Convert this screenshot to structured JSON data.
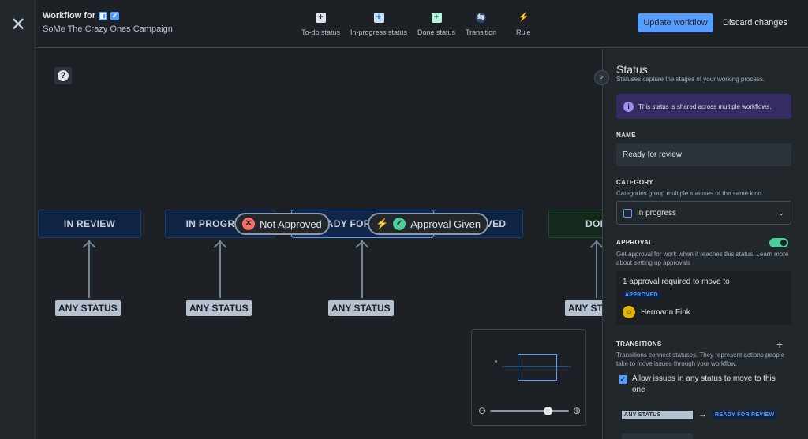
{
  "header": {
    "label": "Workflow for",
    "project_name": "SoMe The Crazy Ones Campaign",
    "update_button": "Update workflow",
    "discard_button": "Discard changes",
    "tools": [
      {
        "label": "To-do status",
        "icon": "plus-icon"
      },
      {
        "label": "In-progress status",
        "icon": "plus-icon"
      },
      {
        "label": "Done status",
        "icon": "plus-icon"
      },
      {
        "label": "Transition",
        "icon": "transition-icon"
      },
      {
        "label": "Rule",
        "icon": "lightning-icon"
      }
    ]
  },
  "canvas": {
    "statuses": [
      {
        "label": "IN REVIEW"
      },
      {
        "label": "IN PROGRESS"
      },
      {
        "label": "READY FOR REVIEW"
      },
      {
        "label": "APPROVED"
      },
      {
        "label": "DONE"
      }
    ],
    "any_status": [
      "ANY STATUS",
      "ANY STATUS",
      "ANY STATUS",
      "ANY STATUS"
    ],
    "transitions": [
      {
        "label": "Not Approved",
        "icon": "x-circle-icon"
      },
      {
        "label": "Approval Given",
        "icon": "check-circle-icon"
      }
    ],
    "minimap": {
      "zoom_level": 0.73
    }
  },
  "panel": {
    "title": "Status",
    "description": "Statuses capture the stages of your working process.",
    "info": "This status is shared across multiple workflows.",
    "name_label": "NAME",
    "name_value": "Ready for review",
    "category_label": "CATEGORY",
    "category_desc": "Categories group multiple statuses of the same kind.",
    "category_value": "In progress",
    "approval_label": "APPROVAL",
    "approval_desc": "Get approval for work when it reaches this status. Learn more about setting up approvals",
    "approval_required": "1 approval required to move to",
    "approval_target": "APPROVED",
    "approver": "Hermann Fink",
    "transitions_label": "TRANSITIONS",
    "transitions_desc": "Transitions connect statuses. They represent actions people take to move issues through your workflow.",
    "allow_any": "Allow issues in any status to move to this one",
    "transition_from": "ANY STATUS",
    "transition_to": "READY FOR REVIEW"
  },
  "colors": {
    "accent": "#579dff",
    "background": "#1d2125",
    "panel": "#22272b",
    "success": "#4bce97",
    "danger": "#f87168"
  }
}
